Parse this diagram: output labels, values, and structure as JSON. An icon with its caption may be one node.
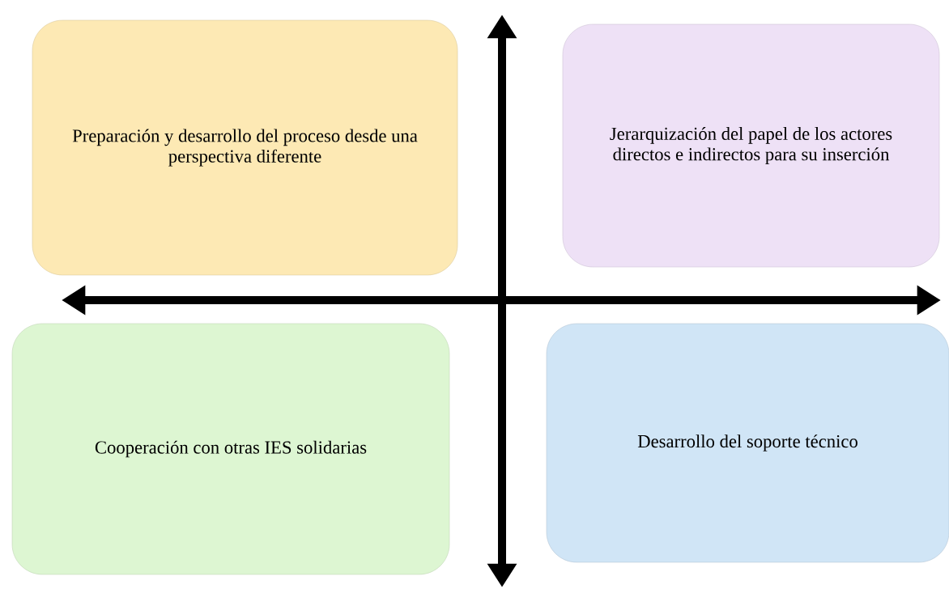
{
  "diagram": {
    "nodes": [
      {
        "text": [
          "Preparación y desarrollo del proceso desde una perspectiva diferente"
        ]
      },
      {
        "text": [
          "Jerarquización del papel de los actores directos e indirectos para su inserción"
        ]
      },
      {
        "text": [
          "Cooperación con otras IES solidarias"
        ]
      },
      {
        "text": [
          "Desarrollo del soporte técnico"
        ]
      }
    ]
  }
}
